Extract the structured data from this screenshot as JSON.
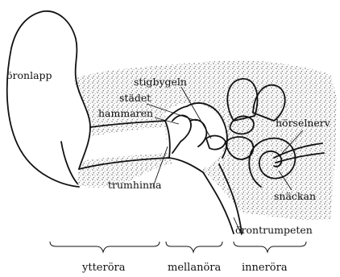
{
  "diagram": {
    "labels": {
      "oronlapp": "öronlapp",
      "stigbygeln": "stigbygeln",
      "stadet": "städet",
      "hammaren": "hammaren",
      "horselnerv": "hörselnerv",
      "trumhinna": "trumhinna",
      "snackan": "snäckan",
      "orontrumpeten": "örontrumpeten"
    },
    "sections": {
      "ytteroera": "ytteröra",
      "mellanoera": "mellanöra",
      "inneroera": "inneröra"
    },
    "colors": {
      "ink": "#111111",
      "bone_texture": "#9a9a9a",
      "background": "#ffffff"
    }
  }
}
